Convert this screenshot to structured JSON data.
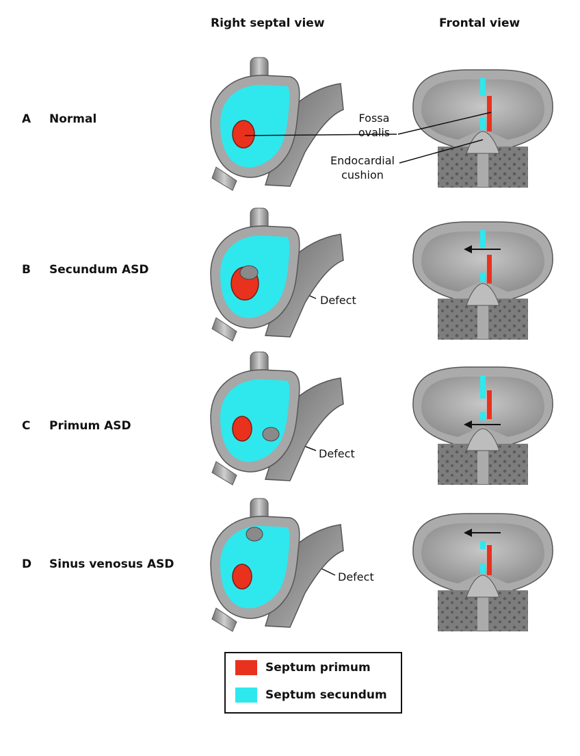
{
  "headers": {
    "septal_view": "Right septal view",
    "frontal_view": "Frontal view"
  },
  "rows": [
    {
      "letter": "A",
      "title": "Normal"
    },
    {
      "letter": "B",
      "title": "Secundum ASD"
    },
    {
      "letter": "C",
      "title": "Primum ASD"
    },
    {
      "letter": "D",
      "title": "Sinus venosus ASD"
    }
  ],
  "callouts": {
    "fossa_ovalis": "Fossa ovalis",
    "endocardial_cushion": "Endocardial cushion",
    "defect_b": "Defect",
    "defect_c": "Defect",
    "defect_d": "Defect"
  },
  "legend": {
    "items": [
      {
        "label": "Septum primum",
        "color": "#e8321e"
      },
      {
        "label": "Septum secundum",
        "color": "#2ee8ee"
      }
    ]
  },
  "colors": {
    "primum": "#e8321e",
    "secundum": "#2ee8ee",
    "tissue": "#a7a7a7",
    "outline": "#555555"
  }
}
